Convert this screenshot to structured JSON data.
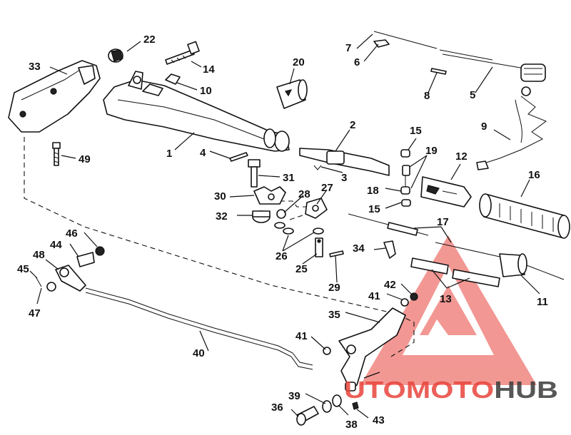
{
  "callouts": [
    {
      "id": "c1",
      "text": "1"
    },
    {
      "id": "c2",
      "text": "2"
    },
    {
      "id": "c3",
      "text": "3"
    },
    {
      "id": "c4",
      "text": "4"
    },
    {
      "id": "c5",
      "text": "5"
    },
    {
      "id": "c6",
      "text": "6"
    },
    {
      "id": "c7",
      "text": "7"
    },
    {
      "id": "c8",
      "text": "8"
    },
    {
      "id": "c9",
      "text": "9"
    },
    {
      "id": "c10",
      "text": "10"
    },
    {
      "id": "c11",
      "text": "11"
    },
    {
      "id": "c12",
      "text": "12"
    },
    {
      "id": "c13",
      "text": "13"
    },
    {
      "id": "c14",
      "text": "14"
    },
    {
      "id": "c15a",
      "text": "15"
    },
    {
      "id": "c15b",
      "text": "15"
    },
    {
      "id": "c16",
      "text": "16"
    },
    {
      "id": "c17",
      "text": "17"
    },
    {
      "id": "c18",
      "text": "18"
    },
    {
      "id": "c19",
      "text": "19"
    },
    {
      "id": "c20",
      "text": "20"
    },
    {
      "id": "c22",
      "text": "22"
    },
    {
      "id": "c25",
      "text": "25"
    },
    {
      "id": "c26",
      "text": "26"
    },
    {
      "id": "c27",
      "text": "27"
    },
    {
      "id": "c28",
      "text": "28"
    },
    {
      "id": "c29",
      "text": "29"
    },
    {
      "id": "c30",
      "text": "30"
    },
    {
      "id": "c31",
      "text": "31"
    },
    {
      "id": "c32",
      "text": "32"
    },
    {
      "id": "c33",
      "text": "33"
    },
    {
      "id": "c34",
      "text": "34"
    },
    {
      "id": "c35",
      "text": "35"
    },
    {
      "id": "c36",
      "text": "36"
    },
    {
      "id": "c38",
      "text": "38"
    },
    {
      "id": "c39",
      "text": "39"
    },
    {
      "id": "c40",
      "text": "40"
    },
    {
      "id": "c41a",
      "text": "41"
    },
    {
      "id": "c41b",
      "text": "41"
    },
    {
      "id": "c42",
      "text": "42"
    },
    {
      "id": "c43",
      "text": "43"
    },
    {
      "id": "c44",
      "text": "44"
    },
    {
      "id": "c45",
      "text": "45"
    },
    {
      "id": "c46",
      "text": "46"
    },
    {
      "id": "c47",
      "text": "47"
    },
    {
      "id": "c48",
      "text": "48"
    },
    {
      "id": "c49",
      "text": "49"
    }
  ],
  "watermark": {
    "text_part1": "UTO",
    "text_part2": "MOTO",
    "text_part3": "HUB",
    "color_red": "#e8433b",
    "color_dark": "#3a3a3a"
  }
}
